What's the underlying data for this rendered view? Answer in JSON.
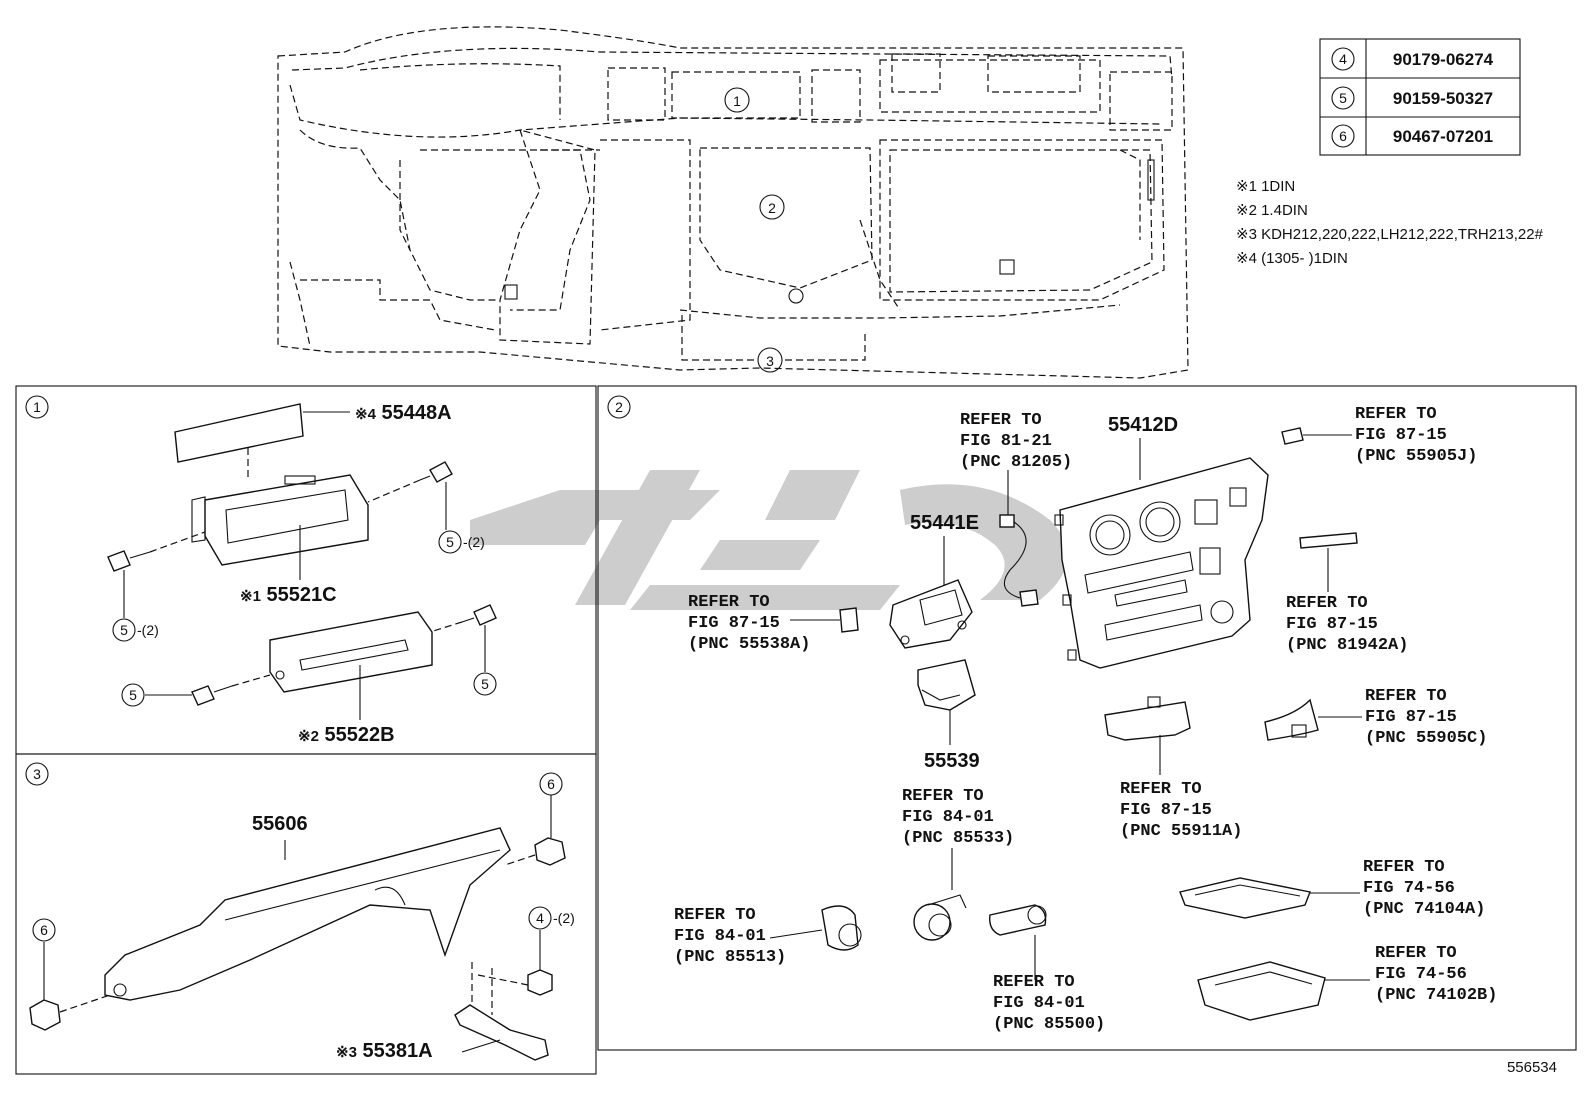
{
  "legend_table": [
    {
      "key": "4",
      "part": "90179-06274"
    },
    {
      "key": "5",
      "part": "90159-50327"
    },
    {
      "key": "6",
      "part": "90467-07201"
    }
  ],
  "notes": [
    {
      "mark": "※1",
      "text": "1DIN"
    },
    {
      "mark": "※2",
      "text": "1.4DIN"
    },
    {
      "mark": "※3",
      "text": "KDH212,220,222,LH212,222,TRH213,22#"
    },
    {
      "mark": "※4",
      "text": "(1305-      )1DIN"
    }
  ],
  "overview_callouts": [
    "1",
    "2",
    "3"
  ],
  "panels": {
    "p1": {
      "id": "1",
      "parts": {
        "a": {
          "mark": "※4",
          "num": "55448A"
        },
        "b": {
          "mark": "※1",
          "num": "55521C"
        },
        "c": {
          "mark": "※2",
          "num": "55522B"
        }
      },
      "fasteners": [
        "5",
        "-(2)",
        "5",
        "-(2)",
        "5",
        "5"
      ]
    },
    "p2": {
      "id": "2",
      "parts": {
        "d": "55412D",
        "e": "55441E",
        "f": "55539"
      },
      "refs": [
        {
          "l1": "REFER TO",
          "l2": "FIG 81-21",
          "l3": "(PNC 81205)"
        },
        {
          "l1": "REFER TO",
          "l2": "FIG 87-15",
          "l3": "(PNC 55905J)"
        },
        {
          "l1": "REFER TO",
          "l2": "FIG 87-15",
          "l3": "(PNC 55538A)"
        },
        {
          "l1": "REFER TO",
          "l2": "FIG 87-15",
          "l3": "(PNC 81942A)"
        },
        {
          "l1": "REFER TO",
          "l2": "FIG 87-15",
          "l3": "(PNC 55905C)"
        },
        {
          "l1": "REFER TO",
          "l2": "FIG 84-01",
          "l3": "(PNC 85533)"
        },
        {
          "l1": "REFER TO",
          "l2": "FIG 87-15",
          "l3": "(PNC 55911A)"
        },
        {
          "l1": "REFER TO",
          "l2": "FIG 74-56",
          "l3": "(PNC 74104A)"
        },
        {
          "l1": "REFER TO",
          "l2": "FIG 84-01",
          "l3": "(PNC 85513)"
        },
        {
          "l1": "REFER TO",
          "l2": "FIG 84-01",
          "l3": "(PNC 85500)"
        },
        {
          "l1": "REFER TO",
          "l2": "FIG 74-56",
          "l3": "(PNC 74102B)"
        }
      ]
    },
    "p3": {
      "id": "3",
      "parts": {
        "g": "55606",
        "h": {
          "mark": "※3",
          "num": "55381A"
        }
      },
      "fasteners": [
        "6",
        "6",
        "4",
        "-(2)"
      ]
    }
  },
  "illustration_id": "556534",
  "colors": {
    "line": "#111111",
    "watermark": "#c8c8c8"
  }
}
